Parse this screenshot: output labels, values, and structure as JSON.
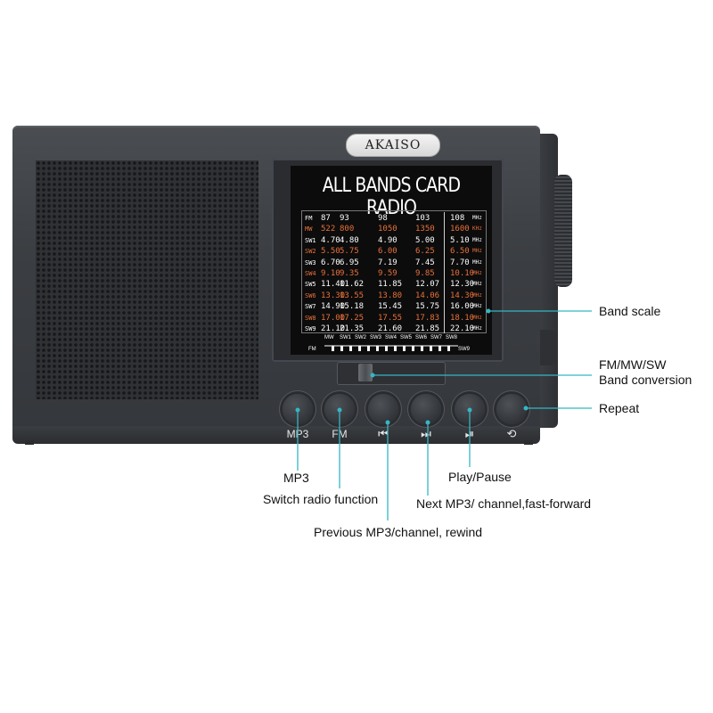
{
  "brand": "AKAISO",
  "screen_title": "ALL BANDS CARD RADIO",
  "bands": [
    {
      "name": "FM",
      "values": [
        "87",
        "93",
        "98",
        "103",
        "108"
      ],
      "unit": "MHz",
      "color": "#ffffff"
    },
    {
      "name": "MW",
      "values": [
        "522",
        "800",
        "1050",
        "1350",
        "1600"
      ],
      "unit": "KHz",
      "color": "#e8703a"
    },
    {
      "name": "SW1",
      "values": [
        "4.70",
        "4.80",
        "4.90",
        "5.00",
        "5.10"
      ],
      "unit": "MHz",
      "color": "#ffffff"
    },
    {
      "name": "SW2",
      "values": [
        "5.50",
        "5.75",
        "6.00",
        "6.25",
        "6.50"
      ],
      "unit": "MHz",
      "color": "#e8703a"
    },
    {
      "name": "SW3",
      "values": [
        "6.70",
        "6.95",
        "7.19",
        "7.45",
        "7.70"
      ],
      "unit": "MHz",
      "color": "#ffffff"
    },
    {
      "name": "SW4",
      "values": [
        "9.10",
        "9.35",
        "9.59",
        "9.85",
        "10.10"
      ],
      "unit": "MHz",
      "color": "#e8703a"
    },
    {
      "name": "SW5",
      "values": [
        "11.40",
        "11.62",
        "11.85",
        "12.07",
        "12.30"
      ],
      "unit": "MHz",
      "color": "#ffffff"
    },
    {
      "name": "SW6",
      "values": [
        "13.30",
        "13.55",
        "13.80",
        "14.06",
        "14.30"
      ],
      "unit": "MHz",
      "color": "#e8703a"
    },
    {
      "name": "SW7",
      "values": [
        "14.90",
        "15.18",
        "15.45",
        "15.75",
        "16.00"
      ],
      "unit": "MHz",
      "color": "#ffffff"
    },
    {
      "name": "SW8",
      "values": [
        "17.00",
        "17.25",
        "17.55",
        "17.83",
        "18.10"
      ],
      "unit": "MHz",
      "color": "#e8703a"
    },
    {
      "name": "SW9",
      "values": [
        "21.10",
        "21.35",
        "21.60",
        "21.85",
        "22.10"
      ],
      "unit": "MHz",
      "color": "#ffffff"
    }
  ],
  "dial": {
    "top_labels": [
      "MW",
      "SW1",
      "SW2",
      "SW3",
      "SW4",
      "SW5",
      "SW6",
      "SW7",
      "SW8"
    ],
    "bottom_labels": [
      "FM",
      "SW9"
    ]
  },
  "buttons": [
    {
      "id": "mp3",
      "caption": "MP3",
      "icon": "",
      "icon_name": ""
    },
    {
      "id": "fm",
      "caption": "FM",
      "icon": "",
      "icon_name": ""
    },
    {
      "id": "prev",
      "caption": "",
      "icon": "⏮",
      "icon_name": "previous-icon"
    },
    {
      "id": "next",
      "caption": "",
      "icon": "⏭",
      "icon_name": "next-icon"
    },
    {
      "id": "playpause",
      "caption": "",
      "icon": "⏯",
      "icon_name": "play-pause-icon"
    },
    {
      "id": "repeat",
      "caption": "",
      "icon": "⟲",
      "icon_name": "repeat-icon"
    }
  ],
  "callouts": {
    "band_scale": "Band scale",
    "band_conversion_line1": "FM/MW/SW",
    "band_conversion_line2": "Band conversion",
    "repeat": "Repeat",
    "mp3": "MP3",
    "switch_radio": "Switch radio function",
    "play_pause": "Play/Pause",
    "next": "Next MP3/ channel,fast-forward",
    "previous": "Previous MP3/channel, rewind"
  },
  "colors": {
    "callout_line": "#35b6c4",
    "orange_band": "#e8703a"
  }
}
